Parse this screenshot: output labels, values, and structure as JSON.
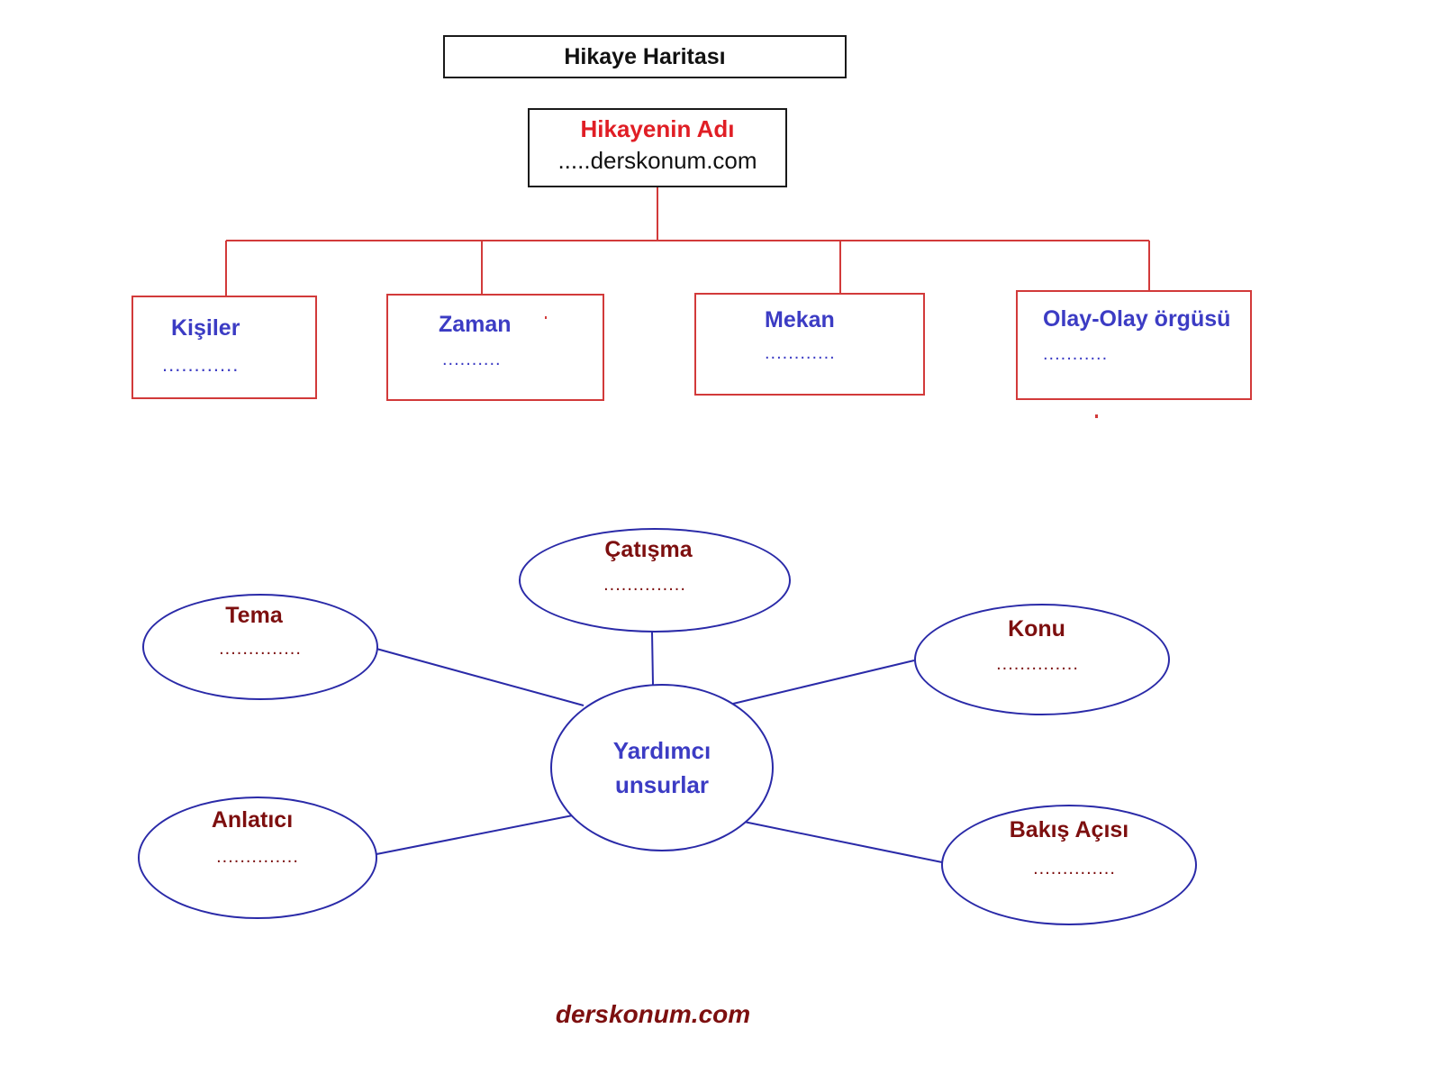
{
  "title": "Hikaye Haritası",
  "root": {
    "title": "Hikayenin Adı",
    "subtitle": ".....derskonum.com"
  },
  "categories": [
    {
      "label": "Kişiler",
      "blank": "............"
    },
    {
      "label": "Zaman",
      "blank": ".........."
    },
    {
      "label": "Mekan",
      "blank": "............"
    },
    {
      "label": "Olay-Olay örgüsü",
      "blank": "..........."
    }
  ],
  "center": {
    "label": "Yardımcı unsurlar"
  },
  "elements": [
    {
      "label": "Çatışma",
      "blank": ".............."
    },
    {
      "label": "Tema",
      "blank": ".............."
    },
    {
      "label": "Konu",
      "blank": ".............."
    },
    {
      "label": "Anlatıcı",
      "blank": ".............."
    },
    {
      "label": "Bakış Açısı",
      "blank": ".............."
    }
  ],
  "footer": "derskonum.com",
  "colors": {
    "tree_lines": "#d23a3a",
    "tree_labels": "#3c3cc4",
    "root_title": "#e01e25",
    "ellipse_border": "#2a2aa8",
    "ellipse_labels": "#7d0f0f"
  }
}
